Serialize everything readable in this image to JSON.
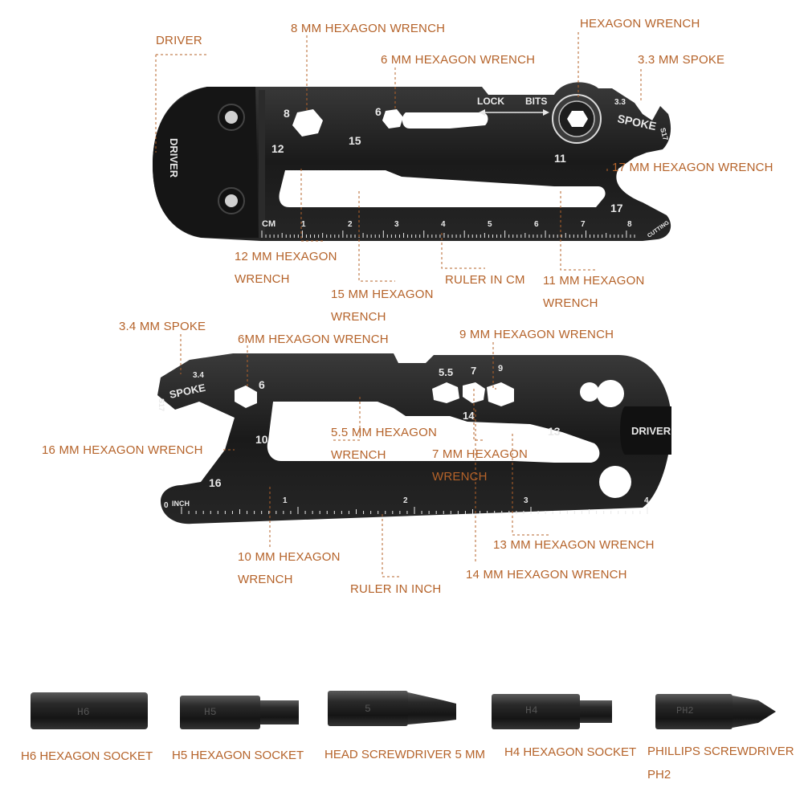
{
  "callouts": {
    "driver_top": "DRIVER",
    "hex8": "8 MM HEXAGON WRENCH",
    "hex6_top": "6 MM HEXAGON WRENCH",
    "hexagon_wrench": "HEXAGON WRENCH",
    "spoke33": "3.3 MM SPOKE",
    "hex17": "17 MM HEXAGON WRENCH",
    "hex12_l1": "12 MM HEXAGON",
    "hex12_l2": "WRENCH",
    "hex15_l1": "15 MM HEXAGON",
    "hex15_l2": "WRENCH",
    "ruler_cm": "RULER IN CM",
    "hex11_l1": "11 MM HEXAGON",
    "hex11_l2": "WRENCH",
    "spoke34": "3.4 MM SPOKE",
    "hex6_bottom": "6MM HEXAGON WRENCH",
    "hex9": "9 MM HEXAGON WRENCH",
    "hex16": "16 MM HEXAGON WRENCH",
    "hex55_l1": "5.5 MM HEXAGON",
    "hex55_l2": "WRENCH",
    "hex7_l1": "7 MM HEXAGON",
    "hex7_l2": "WRENCH",
    "hex13": "13 MM HEXAGON WRENCH",
    "hex10_l1": "10 MM HEXAGON",
    "hex10_l2": "WRENCH",
    "hex14": "14 MM HEXAGON WRENCH",
    "ruler_inch": "RULER IN INCH"
  },
  "tool_top_engraving": {
    "driver": "DRIVER",
    "n8": "8",
    "n6": "6",
    "n12": "12",
    "n15": "15",
    "n11": "11",
    "n17": "17",
    "lock": "LOCK",
    "bits": "BITS",
    "spoke": "SPOKE",
    "s33": "3.3",
    "s17": "S17",
    "cm": "CM",
    "cutting": "CUTTING",
    "ruler_numbers": [
      "1",
      "2",
      "3",
      "4",
      "5",
      "6",
      "7",
      "8"
    ]
  },
  "tool_bottom_engraving": {
    "driver": "DRIVER",
    "spoke": "SPOKE",
    "s34": "3.4",
    "s17": "S17",
    "n6": "6",
    "n55": "5.5",
    "n7": "7",
    "n9": "9",
    "n10": "10",
    "n14": "14",
    "n13": "13",
    "n16": "16",
    "inch": "INCH",
    "zero": "0",
    "ruler_numbers": [
      "1",
      "2",
      "3",
      "4"
    ]
  },
  "bits": [
    {
      "marking": "H6",
      "label": "H6 HEXAGON SOCKET"
    },
    {
      "marking": "H5",
      "label": "H5 HEXAGON SOCKET"
    },
    {
      "marking": "5",
      "label": "HEAD SCREWDRIVER 5 MM"
    },
    {
      "marking": "H4",
      "label": "H4 HEXAGON SOCKET"
    },
    {
      "marking": "PH2",
      "label_l1": "PHILLIPS SCREWDRIVER",
      "label_l2": "PH2"
    }
  ],
  "colors": {
    "callout": "#b5632a",
    "metal": "#1c1c1c",
    "engraving": "#e8e8e8"
  }
}
